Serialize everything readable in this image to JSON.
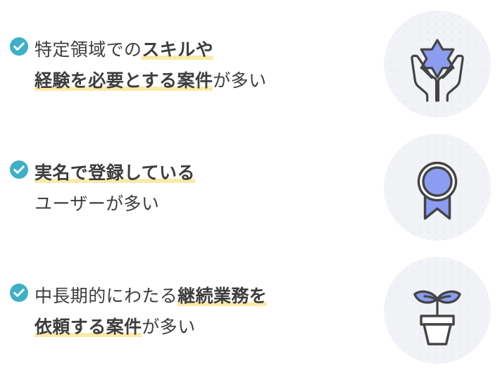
{
  "colors": {
    "check_circle": "#3eafc4",
    "check_mark": "#ffffff",
    "highlight": "#fdeaa8",
    "text": "#3d3d3d",
    "icon_blue": "#8c9cf0",
    "icon_stroke": "#444444",
    "icon_circle_bg": "#f2f3f7",
    "icon_dot": "#e3e5ee",
    "page_bg": "#ffffff"
  },
  "features": [
    {
      "check_icon": "check-circle-icon",
      "illustration": "hands-holding-star-icon",
      "lines": [
        [
          {
            "text": "特定領域での",
            "style": "normal"
          },
          {
            "text": "スキルや",
            "style": "highlight"
          }
        ],
        [
          {
            "text": "経験を必要とする案件",
            "style": "highlight"
          },
          {
            "text": "が多い",
            "style": "normal"
          }
        ]
      ]
    },
    {
      "check_icon": "check-circle-icon",
      "illustration": "award-medal-icon",
      "lines": [
        [
          {
            "text": "実名で登録している",
            "style": "highlight"
          }
        ],
        [
          {
            "text": "ユーザーが多い",
            "style": "normal"
          }
        ]
      ]
    },
    {
      "check_icon": "check-circle-icon",
      "illustration": "potted-sprout-icon",
      "lines": [
        [
          {
            "text": "中長期的にわたる",
            "style": "normal"
          },
          {
            "text": "継続業務を",
            "style": "highlight"
          }
        ],
        [
          {
            "text": "依頼する案件",
            "style": "highlight"
          },
          {
            "text": "が多い",
            "style": "normal"
          }
        ]
      ]
    }
  ]
}
